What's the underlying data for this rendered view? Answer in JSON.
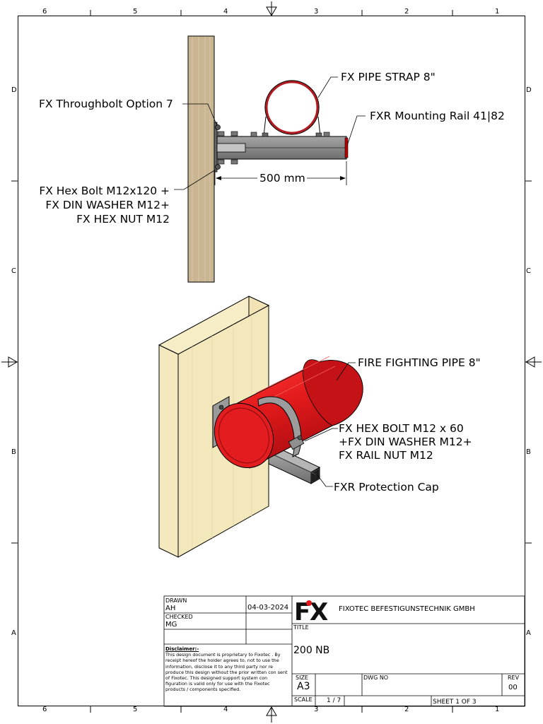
{
  "border_zones": {
    "columns": [
      "6",
      "5",
      "4",
      "3",
      "2",
      "1"
    ],
    "rows": [
      "D",
      "C",
      "B",
      "A"
    ]
  },
  "callouts": {
    "throughbolt": "FX Throughbolt Option 7",
    "hex_bolt_line1": "FX Hex Bolt M12x120 +",
    "hex_bolt_line2": "FX DIN WASHER M12+",
    "hex_bolt_line3": "FX HEX NUT M12",
    "pipe_strap": "FX PIPE STRAP 8\"",
    "mounting_rail": "FXR Mounting Rail 41|82",
    "dimension": "500 mm",
    "fire_pipe": "FIRE FIGHTING PIPE 8\"",
    "rail_bolt_line1": "FX HEX BOLT M12 x 60",
    "rail_bolt_line2": "+FX DIN WASHER M12+",
    "rail_bolt_line3": "FX RAIL NUT M12",
    "protection_cap": "FXR Protection Cap"
  },
  "title_block": {
    "drawn_label": "DRAWN",
    "drawn_by": "AH",
    "date": "04-03-2024",
    "checked_label": "CHECKED",
    "checked_by": "MG",
    "disclaimer_title": "Disclaimer:-",
    "disclaimer_text": "This design document is proprietary to Fixotec . By receipt hereof the holder agrees to, not to use the information, disclose it to any third party nor re produce this design without the prior written con sent of Fixotec. This designed support system con figuration is valid only for use with the Fixotec products / components specified.",
    "logo_text": "FX",
    "company": "FIXOTEC BEFESTIGUNSTECHNIK GMBH",
    "title_label": "TITLE",
    "title": "200 NB",
    "size_label": "SIZE",
    "size": "A3",
    "dwg_label": "DWG NO",
    "dwg_no": "",
    "rev_label": "REV",
    "rev": "00",
    "scale_label": "SCALE",
    "scale": "1 / 7",
    "sheet": "SHEET 1  OF 3"
  },
  "colors": {
    "pipe_red": "#e0161a",
    "wood": "#c8b48f",
    "wood_light": "#f3e8bd",
    "rail_grey": "#8a8a8a"
  }
}
